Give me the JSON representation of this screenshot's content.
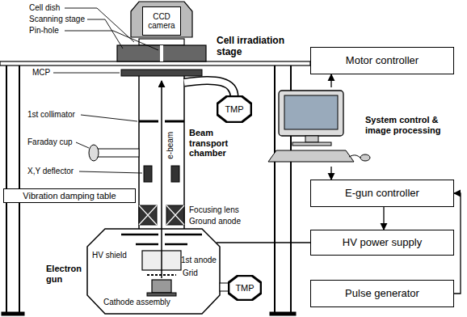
{
  "diagram": {
    "nodes": [
      {
        "text": [
          "CCD camera"
        ]
      },
      {
        "text": [
          "Motor controller"
        ]
      },
      {
        "text": [
          "System control & image processing"
        ]
      },
      {
        "text": [
          "TMP"
        ]
      },
      {
        "text": [
          "Vibration damping table"
        ]
      },
      {
        "text": [
          "E-gun controller"
        ]
      },
      {
        "text": [
          "HV power supply"
        ]
      },
      {
        "text": [
          "TMP"
        ]
      },
      {
        "text": [
          "Pulse generator"
        ]
      }
    ],
    "edges": [
      {
        "from": 2,
        "to": 1,
        "arrow": "to"
      },
      {
        "from": 2,
        "to": 5,
        "arrow": "to"
      },
      {
        "from": 5,
        "to": 6,
        "arrow": "to"
      },
      {
        "from": 8,
        "to": 5,
        "arrow": "to"
      }
    ],
    "labels": [
      "Cell dish",
      "Scanning stage",
      "Pin-hole",
      "Cell irradiation stage",
      "MCP",
      "1st collimator",
      "Faraday cup",
      "e-beam",
      "Beam transport chamber",
      "X,Y deflector",
      "Focusing lens",
      "Ground anode",
      "Electron gun",
      "HV shield",
      "1st anode",
      "Grid",
      "Cathode assembly"
    ]
  }
}
